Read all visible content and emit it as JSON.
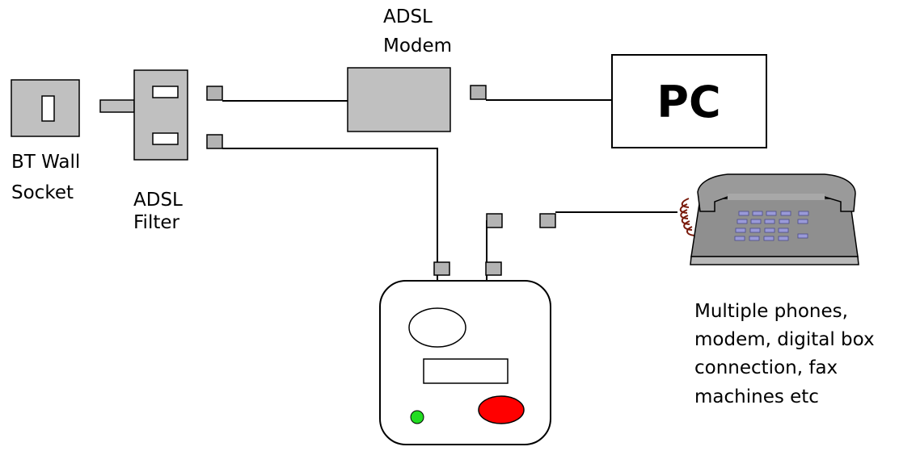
{
  "labels": {
    "wall_socket": [
      "BT Wall",
      "Socket"
    ],
    "filter": [
      "ADSL",
      "Filter"
    ],
    "modem": [
      "ADSL",
      "Modem"
    ],
    "pc": "PC",
    "phones_note": [
      "Multiple phones,",
      "modem, digital box",
      "connection, fax",
      "machines etc"
    ]
  },
  "colors": {
    "device_fill": "#c0c0c0",
    "plug_fill": "#b3b3b3",
    "wire": "#000000",
    "telephone_body": "#8f8f8f",
    "keypad_keys": "#9a9ad8",
    "coiled_cord": "#7a1b0c",
    "led_green": "#22dd22",
    "button_red": "#ff0000"
  },
  "icons": {
    "telephone": "telephone-icon",
    "master_socket": "master-socket-icon"
  }
}
